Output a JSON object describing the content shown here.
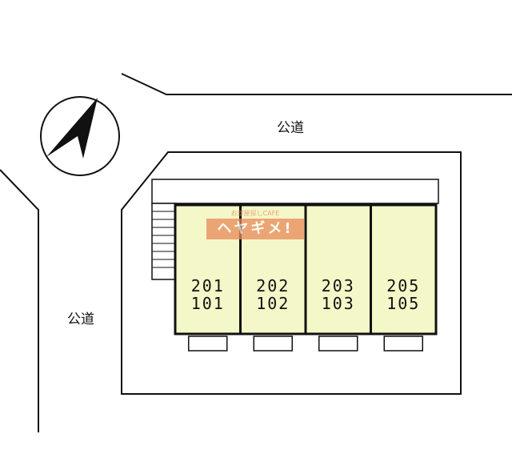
{
  "map": {
    "road_top_label": "公道",
    "road_left_label": "公道"
  },
  "units": [
    {
      "upper": "201",
      "lower": "101"
    },
    {
      "upper": "202",
      "lower": "102"
    },
    {
      "upper": "203",
      "lower": "103"
    },
    {
      "upper": "205",
      "lower": "105"
    }
  ],
  "watermark": {
    "small_text": "お部屋探しCAFE",
    "logo_text": "ヘヤギメ!"
  },
  "colors": {
    "unit_fill": "#f4f7c8",
    "line": "#111111",
    "watermark": "#e88a5a"
  },
  "icons": {
    "compass": "north-arrow-icon"
  }
}
